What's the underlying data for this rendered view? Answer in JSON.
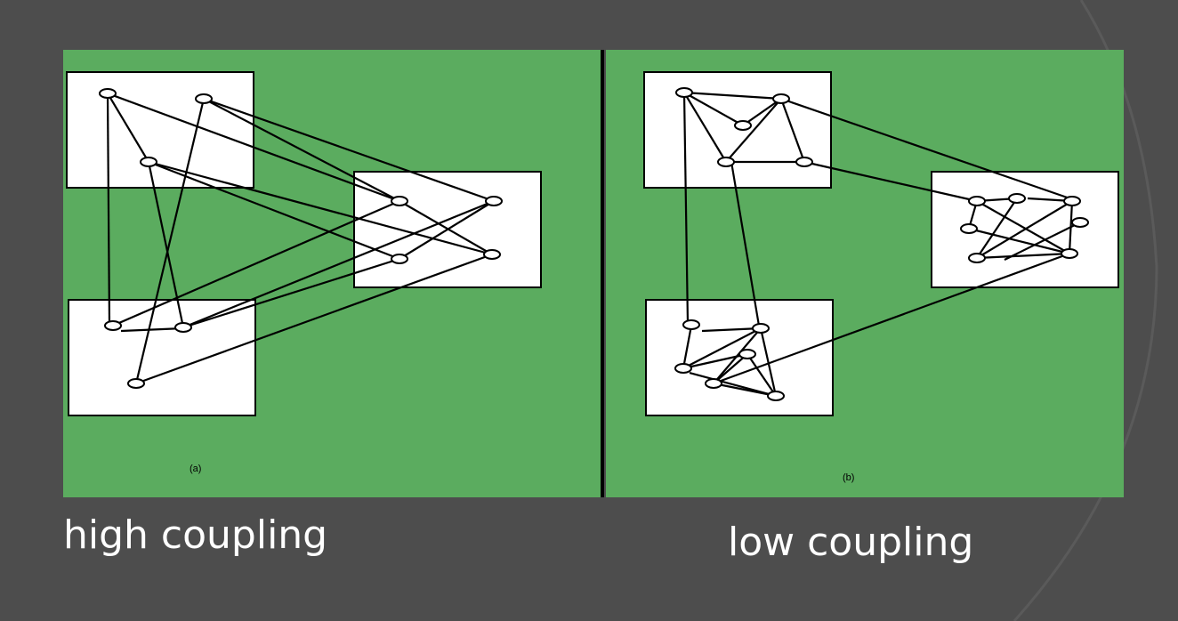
{
  "colors": {
    "background": "#4d4d4d",
    "panel": "#5bac5f",
    "module_fill": "#ffffff",
    "stroke": "#000000",
    "caption_text": "#ffffff"
  },
  "panels": {
    "a": {
      "label": "(a)",
      "caption": "high coupling"
    },
    "b": {
      "label": "(b)",
      "caption": "low coupling"
    }
  }
}
